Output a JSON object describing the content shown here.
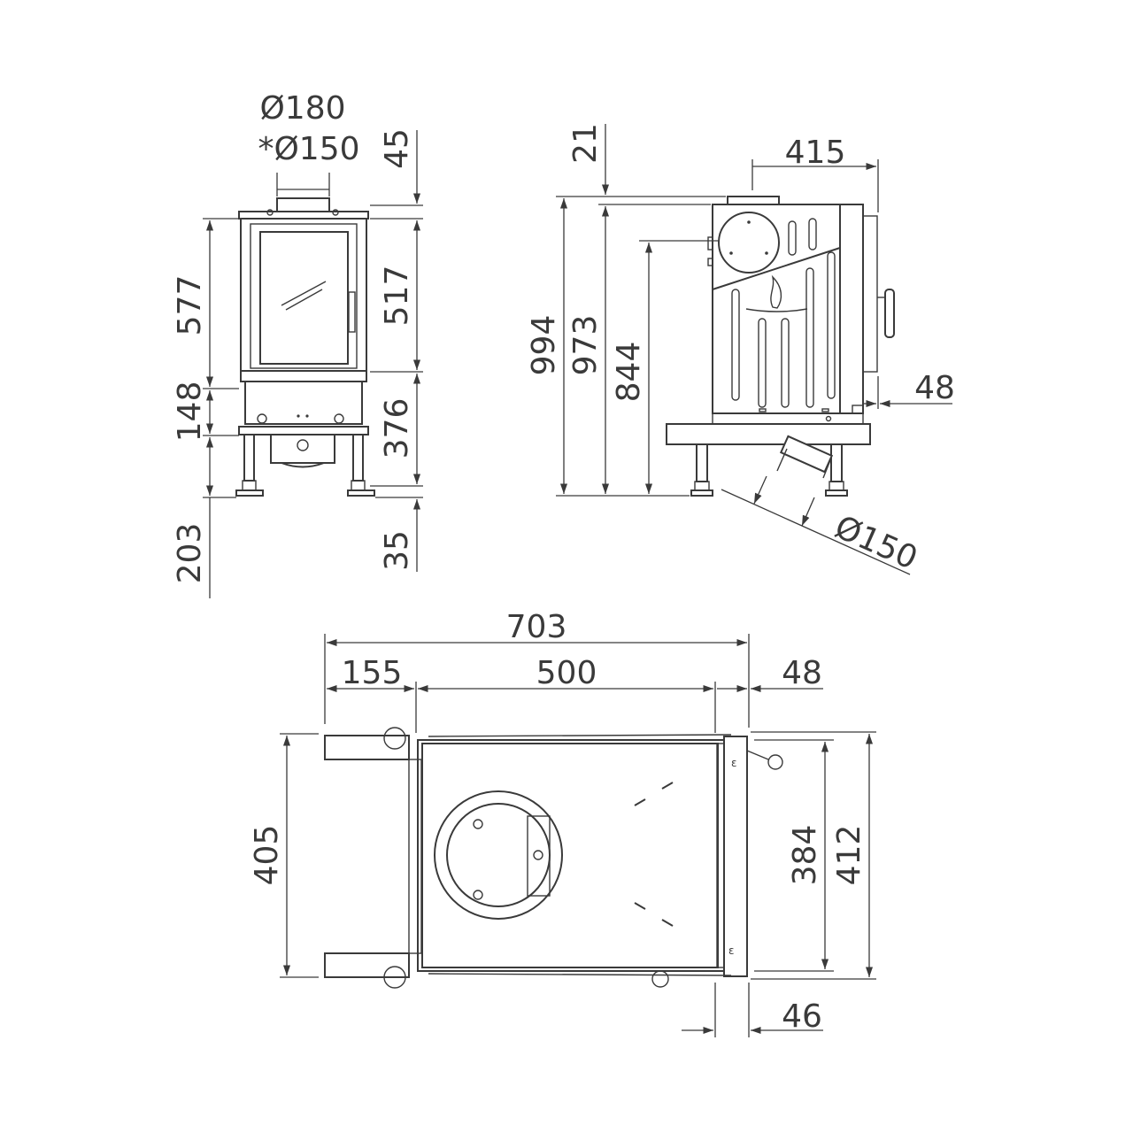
{
  "colors": {
    "line": "#3a3a3a",
    "background": "#ffffff"
  },
  "front_view": {
    "flue_outer": "Ø180",
    "flue_inner": "*Ø150",
    "top_offset": "45",
    "door_height": "577",
    "door_glass_height": "517",
    "base_height": "148",
    "lower_height": "376",
    "leg_height": "203",
    "foot_height": "35"
  },
  "side_view": {
    "top_offset": "21",
    "depth": "415",
    "total_height": "994",
    "body_height": "973",
    "flue_center_height": "844",
    "handle_depth": "48",
    "rear_flue": "Ø150"
  },
  "top_view": {
    "total_width": "703",
    "left_offset": "155",
    "body_width": "500",
    "right_offset": "48",
    "total_depth_left": "405",
    "inner_depth": "384",
    "total_depth_right": "412",
    "front_offset": "46"
  }
}
